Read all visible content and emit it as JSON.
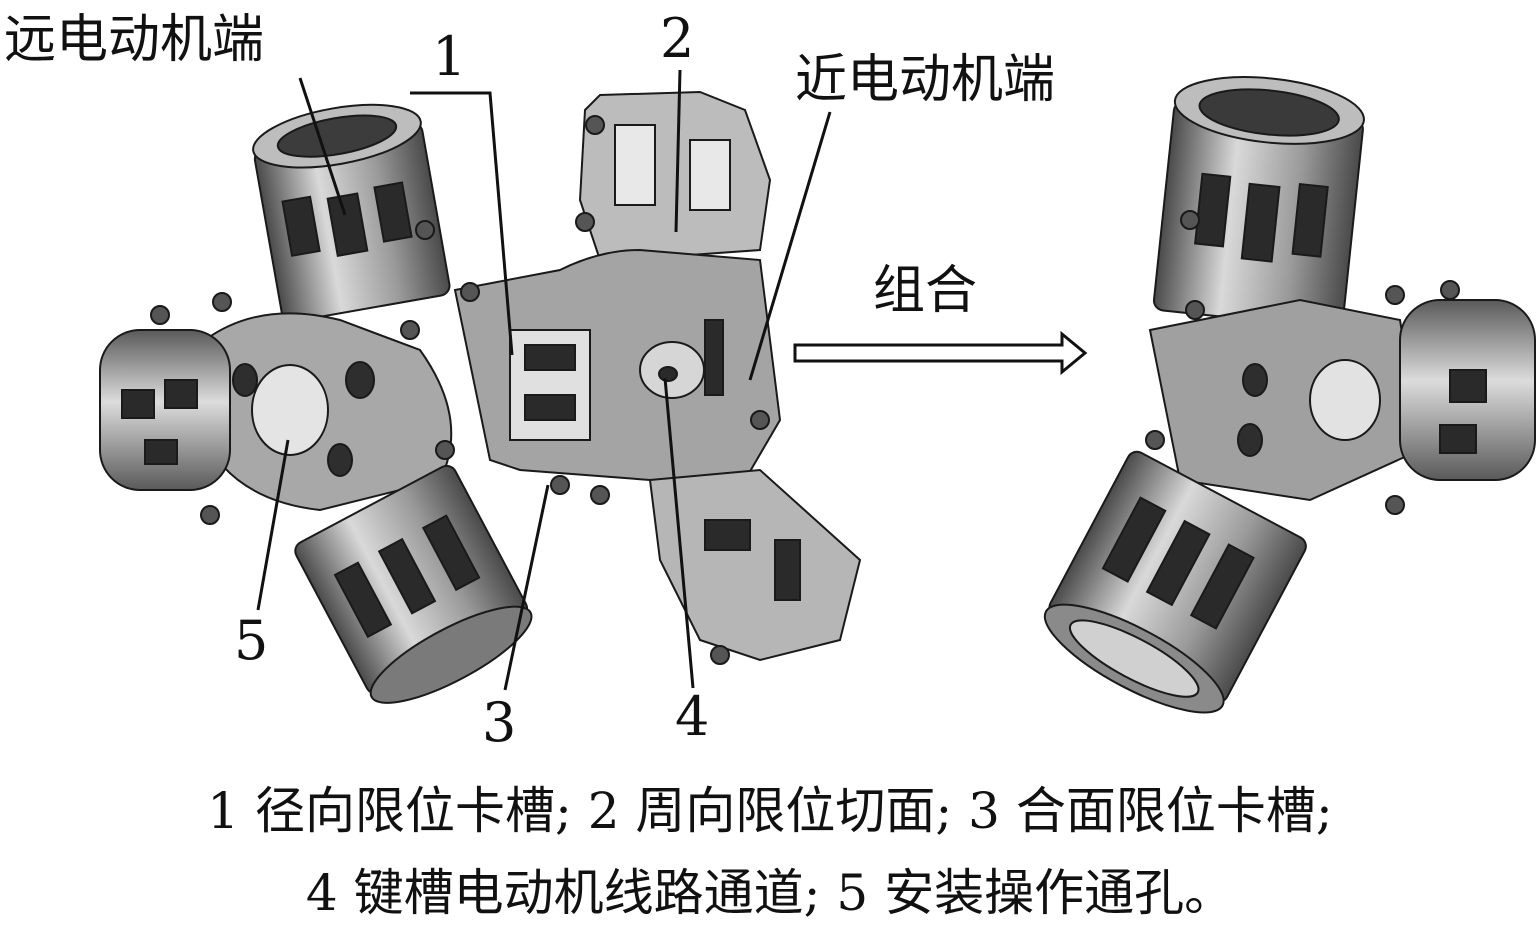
{
  "labels": {
    "far_motor_end": "远电动机端",
    "near_motor_end": "近电动机端",
    "combine": "组合"
  },
  "callouts": [
    "1",
    "2",
    "3",
    "4",
    "5"
  ],
  "caption": {
    "line1": "1 径向限位卡槽; 2 周向限位切面; 3 合面限位卡槽;",
    "line2": "4 键槽电动机线路通道; 5 安装操作通孔。"
  },
  "colors": {
    "part_light": "#d9d9d9",
    "part_mid": "#9a9a9a",
    "part_dark": "#4a4a4a",
    "outline": "#1a1a1a"
  }
}
